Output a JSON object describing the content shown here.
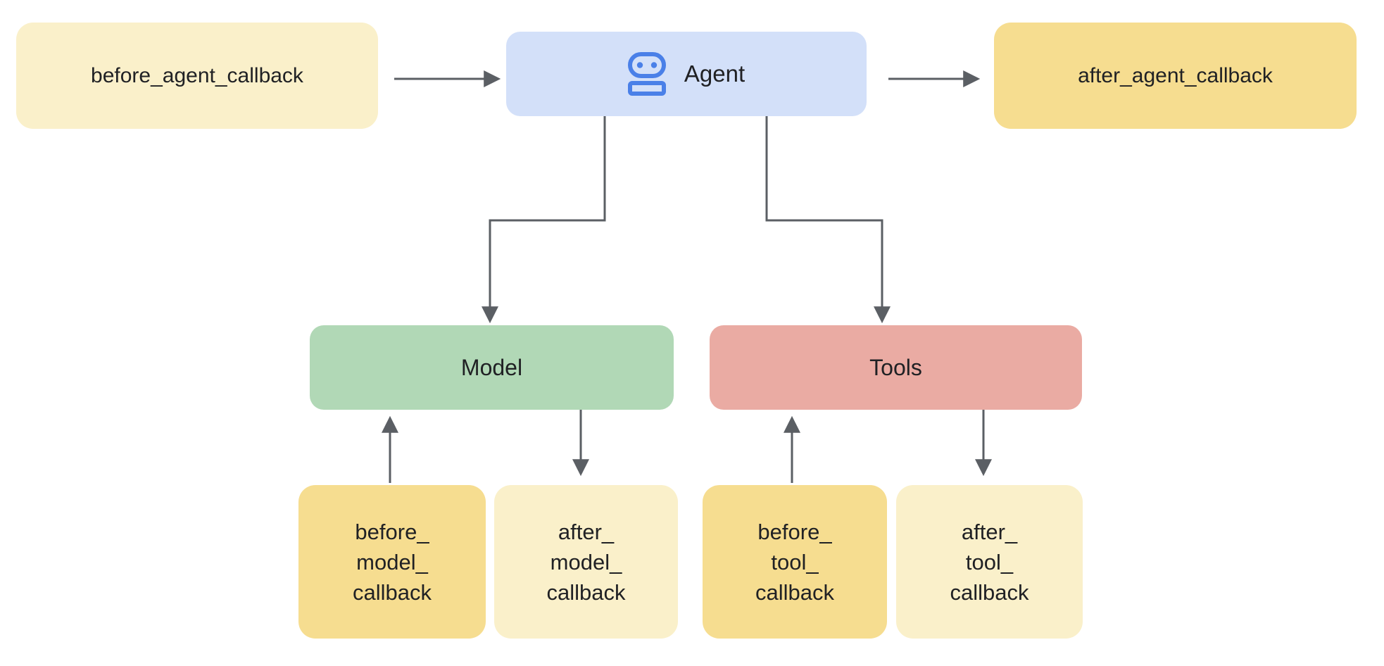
{
  "diagram": {
    "kind": "agent-callbacks-flow",
    "colors": {
      "background": "#FFFFFF",
      "text": "#202124",
      "arrow": "#5B5F64",
      "agent_icon_blue": "#4A80E8",
      "agent_box_blue": "#D3E0F9",
      "light_yellow": "#FAF0CA",
      "dark_yellow": "#F6DD90",
      "green": "#B1D8B6",
      "pink": "#EAABA3"
    },
    "nodes": {
      "before_agent": {
        "label": "before_agent_callback",
        "color": "#FAF0CA"
      },
      "agent": {
        "label": "Agent",
        "icon": "robot-icon",
        "color": "#D3E0F9"
      },
      "after_agent": {
        "label": "after_agent_callback",
        "color": "#F6DD90"
      },
      "model": {
        "label": "Model",
        "color": "#B1D8B6"
      },
      "tools": {
        "label": "Tools",
        "color": "#EAABA3"
      },
      "before_model": {
        "lines": [
          "before_",
          "model_",
          "callback"
        ],
        "color": "#F6DD90"
      },
      "after_model": {
        "lines": [
          "after_",
          "model_",
          "callback"
        ],
        "color": "#FAF0CA"
      },
      "before_tool": {
        "lines": [
          "before_",
          "tool_",
          "callback"
        ],
        "color": "#F6DD90"
      },
      "after_tool": {
        "lines": [
          "after_",
          "tool_",
          "callback"
        ],
        "color": "#FAF0CA"
      }
    },
    "edges": [
      {
        "from": "before_agent",
        "to": "agent"
      },
      {
        "from": "agent",
        "to": "after_agent"
      },
      {
        "from": "agent",
        "to": "model"
      },
      {
        "from": "agent",
        "to": "tools"
      },
      {
        "from": "before_model",
        "to": "model"
      },
      {
        "from": "model",
        "to": "after_model"
      },
      {
        "from": "before_tool",
        "to": "tools"
      },
      {
        "from": "tools",
        "to": "after_tool"
      }
    ]
  }
}
